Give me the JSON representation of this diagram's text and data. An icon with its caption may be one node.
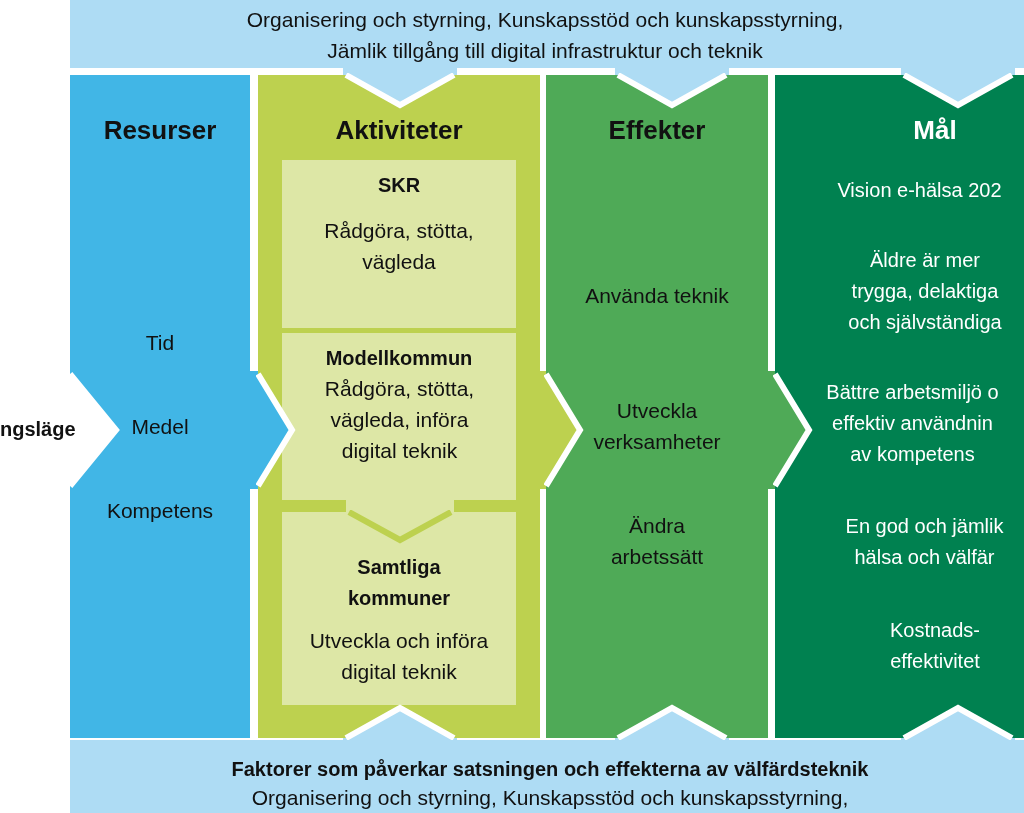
{
  "diagram": {
    "nodes": [
      {
        "text": [
          "Organisering och styrning, Kunskapsstöd och kunskapsstyrning, Jämlik tillgång till digital infrastruktur och teknik"
        ]
      },
      {
        "text": [
          "ngsläge"
        ]
      },
      {
        "text": [
          "Resurser",
          "Tid",
          "Medel",
          "Kompetens"
        ]
      },
      {
        "text": [
          "Aktiviteter"
        ]
      },
      {
        "text": [
          "SKR",
          "Rådgöra, stötta, vägleda"
        ],
        "in": 3
      },
      {
        "text": [
          "Modellkommun",
          "Rådgöra, stötta, vägleda, införa digital teknik"
        ],
        "in": 3
      },
      {
        "text": [
          "Samtliga kommuner",
          "Utveckla och införa digital teknik"
        ],
        "in": 3
      },
      {
        "text": [
          "Effekter",
          "Använda teknik",
          "Utveckla verksamheter",
          "Ändra arbetssätt"
        ]
      },
      {
        "text": [
          "Mål",
          "Vision e-hälsa 202",
          "Äldre är mer trygga, delaktiga och självständiga",
          "Bättre arbetsmiljö o effektiv användnin av kompetens",
          "En god och jämlik hälsa och välfär",
          "Kostnads- effektivitet"
        ]
      },
      {
        "text": [
          "Faktorer som påverkar satsningen och effekterna av välfärdsteknik",
          "Organisering och styrning, Kunskapsstöd och kunskapsstyrning,"
        ]
      }
    ],
    "edges": [
      {
        "from": 0,
        "to": 3,
        "arrow": "to"
      },
      {
        "from": 0,
        "to": 7,
        "arrow": "to"
      },
      {
        "from": 0,
        "to": 8,
        "arrow": "to"
      },
      {
        "from": 1,
        "to": 2,
        "arrow": "to",
        "color": "#ffffff"
      },
      {
        "from": 2,
        "to": 3,
        "arrow": "to",
        "color": "#41b6e6"
      },
      {
        "from": 3,
        "to": 7,
        "arrow": "to",
        "color": "#bdd14f"
      },
      {
        "from": 7,
        "to": 8,
        "arrow": "to",
        "color": "#4faa57"
      },
      {
        "from": 5,
        "to": 6,
        "arrow": "to",
        "color": "#dde7a6"
      },
      {
        "from": 9,
        "to": 3,
        "arrow": "to"
      },
      {
        "from": 9,
        "to": 7,
        "arrow": "to"
      },
      {
        "from": 9,
        "to": 8,
        "arrow": "to"
      }
    ]
  }
}
